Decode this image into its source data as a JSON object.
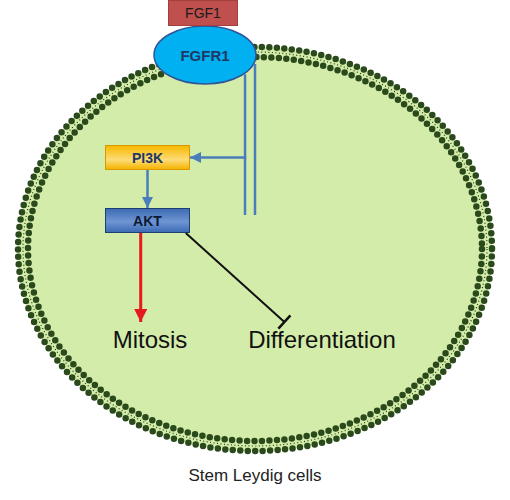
{
  "diagram": {
    "nodes": [
      {
        "text": [
          "FGF1"
        ]
      },
      {
        "text": [
          "Stem Leydig cells"
        ]
      },
      {
        "text": [
          "FGFR1"
        ],
        "in": 1
      },
      {
        "text": [
          "PI3K"
        ],
        "in": 1
      },
      {
        "text": [
          "AKT"
        ],
        "in": 1
      },
      {
        "text": [
          "Mitosis"
        ],
        "in": 1
      },
      {
        "text": [
          "Differentiation"
        ],
        "in": 1
      }
    ],
    "edges": [
      {
        "from": 2,
        "to": 3,
        "arrow": "to"
      },
      {
        "from": 3,
        "to": 4,
        "arrow": "to"
      },
      {
        "from": 4,
        "to": 5,
        "arrow": "to"
      },
      {
        "from": 4,
        "to": 6,
        "arrow": "to"
      }
    ]
  }
}
